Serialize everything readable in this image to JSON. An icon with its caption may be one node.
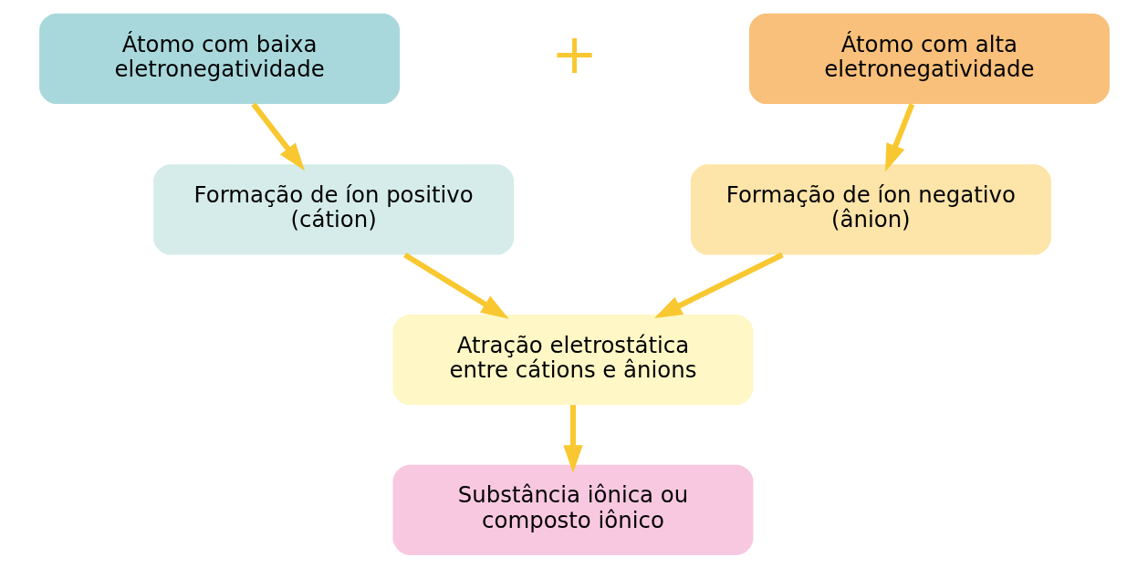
{
  "diagram": {
    "nodes": [
      {
        "text": [
          "Átomo com baixa eletronegatividade"
        ]
      },
      {
        "text": [
          "Átomo com alta eletronegatividade"
        ]
      },
      {
        "text": [
          "Formação de íon positivo (cátion)"
        ]
      },
      {
        "text": [
          "Formação de íon negativo (ânion)"
        ]
      },
      {
        "text": [
          "Atração eletrostática entre cátions e ânions"
        ]
      },
      {
        "text": [
          "Substância iônica ou composto iônico"
        ]
      }
    ],
    "edges": [
      {
        "from": 0,
        "to": 2,
        "arrow": "to"
      },
      {
        "from": 1,
        "to": 3,
        "arrow": "to"
      },
      {
        "from": 2,
        "to": 4,
        "arrow": "to"
      },
      {
        "from": 3,
        "to": 4,
        "arrow": "to"
      },
      {
        "from": 4,
        "to": 5,
        "arrow": "to"
      }
    ],
    "labels": [
      "+"
    ]
  }
}
